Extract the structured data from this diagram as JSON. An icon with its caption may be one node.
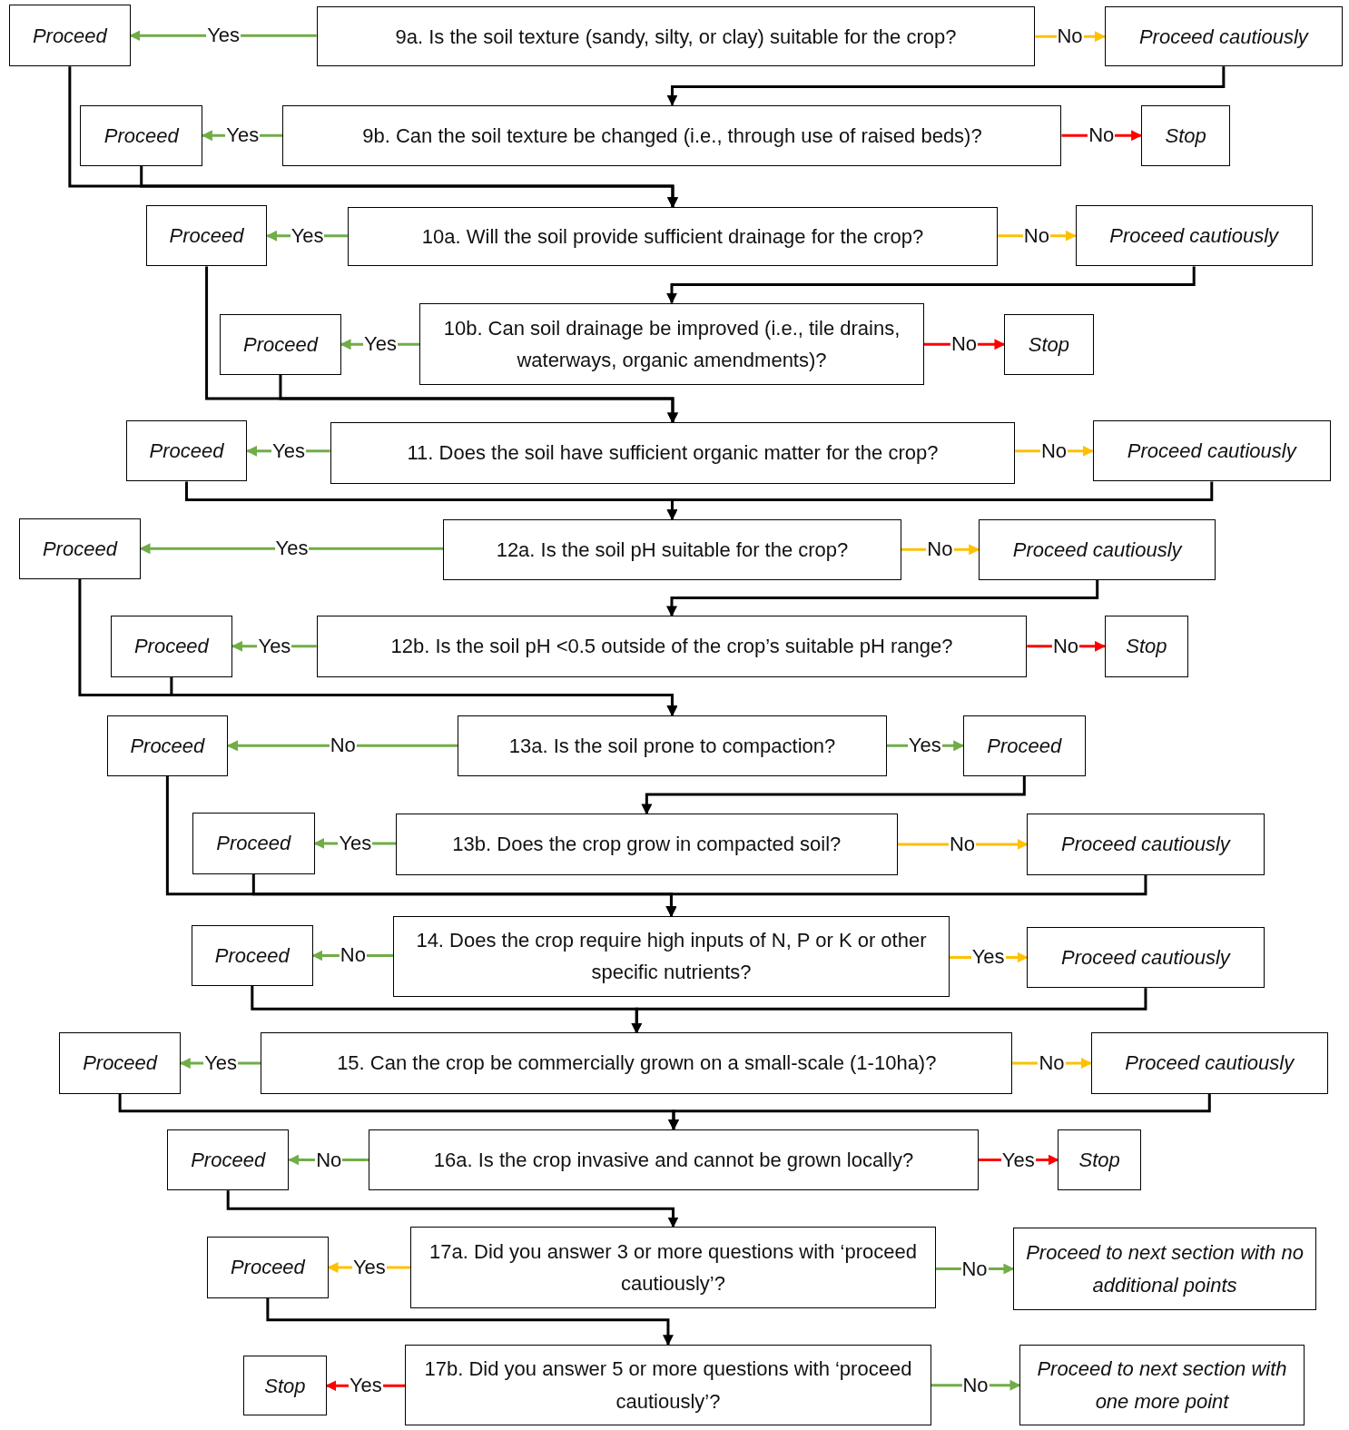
{
  "diagram": {
    "nodes": [
      {
        "text": [
          "Proceed"
        ]
      },
      {
        "text": [
          "9a. Is the soil texture (sandy, silty, or clay) suitable for the crop?"
        ]
      },
      {
        "text": [
          "Proceed cautiously"
        ]
      },
      {
        "text": [
          "Proceed"
        ]
      },
      {
        "text": [
          "9b. Can the soil texture be changed (i.e., through use of raised beds)?"
        ]
      },
      {
        "text": [
          "Stop"
        ]
      },
      {
        "text": [
          "Proceed"
        ]
      },
      {
        "text": [
          "10a. Will the soil provide sufficient drainage for the crop?"
        ]
      },
      {
        "text": [
          "Proceed cautiously"
        ]
      },
      {
        "text": [
          "Proceed"
        ]
      },
      {
        "text": [
          "10b. Can soil drainage be improved (i.e., tile drains, waterways, organic amendments)?"
        ]
      },
      {
        "text": [
          "Stop"
        ]
      },
      {
        "text": [
          "Proceed"
        ]
      },
      {
        "text": [
          "11. Does the soil have sufficient organic matter for the crop?"
        ]
      },
      {
        "text": [
          "Proceed cautiously"
        ]
      },
      {
        "text": [
          "Proceed"
        ]
      },
      {
        "text": [
          "12a. Is the soil pH suitable for the crop?"
        ]
      },
      {
        "text": [
          "Proceed cautiously"
        ]
      },
      {
        "text": [
          "Proceed"
        ]
      },
      {
        "text": [
          "12b. Is the soil pH <0.5 outside of the crop’s suitable pH range?"
        ]
      },
      {
        "text": [
          "Stop"
        ]
      },
      {
        "text": [
          "Proceed"
        ]
      },
      {
        "text": [
          "13a. Is the soil prone to compaction?"
        ]
      },
      {
        "text": [
          "Proceed"
        ]
      },
      {
        "text": [
          "Proceed"
        ]
      },
      {
        "text": [
          "13b. Does the crop grow in compacted soil?"
        ]
      },
      {
        "text": [
          "Proceed cautiously"
        ]
      },
      {
        "text": [
          "Proceed"
        ]
      },
      {
        "text": [
          "14. Does the crop require high inputs of N, P or K or other specific nutrients?"
        ]
      },
      {
        "text": [
          "Proceed cautiously"
        ]
      },
      {
        "text": [
          "Proceed"
        ]
      },
      {
        "text": [
          "15. Can the crop be commercially grown on a small-scale (1-10ha)?"
        ]
      },
      {
        "text": [
          "Proceed cautiously"
        ]
      },
      {
        "text": [
          "Proceed"
        ]
      },
      {
        "text": [
          "16a. Is the crop invasive and cannot be grown locally?"
        ]
      },
      {
        "text": [
          "Stop"
        ]
      },
      {
        "text": [
          "Proceed"
        ]
      },
      {
        "text": [
          "17a. Did you answer 3 or more questions with ‘proceed cautiously’?"
        ]
      },
      {
        "text": [
          "Proceed to next section with no additional points"
        ]
      },
      {
        "text": [
          "Stop"
        ]
      },
      {
        "text": [
          "17b. Did you answer 5 or more questions with ‘proceed cautiously’?"
        ]
      },
      {
        "text": [
          "Proceed to next section with one more point"
        ]
      }
    ],
    "edges": [
      {
        "from": 1,
        "to": 0,
        "arrow": "to",
        "label": "Yes",
        "color": "#70ad47"
      },
      {
        "from": 1,
        "to": 2,
        "arrow": "to",
        "label": "No",
        "color": "#ffc000"
      },
      {
        "from": 2,
        "to": 4,
        "arrow": "to"
      },
      {
        "from": 4,
        "to": 3,
        "arrow": "to",
        "label": "Yes",
        "color": "#70ad47"
      },
      {
        "from": 4,
        "to": 5,
        "arrow": "to",
        "label": "No",
        "color": "#ff0000"
      },
      {
        "from": 0,
        "to": 7,
        "arrow": "to"
      },
      {
        "from": 3,
        "to": 7,
        "arrow": "to"
      },
      {
        "from": 7,
        "to": 6,
        "arrow": "to",
        "label": "Yes",
        "color": "#70ad47"
      },
      {
        "from": 7,
        "to": 8,
        "arrow": "to",
        "label": "No",
        "color": "#ffc000"
      },
      {
        "from": 8,
        "to": 10,
        "arrow": "to"
      },
      {
        "from": 10,
        "to": 9,
        "arrow": "to",
        "label": "Yes",
        "color": "#70ad47"
      },
      {
        "from": 10,
        "to": 11,
        "arrow": "to",
        "label": "No",
        "color": "#ff0000"
      },
      {
        "from": 6,
        "to": 13,
        "arrow": "to"
      },
      {
        "from": 9,
        "to": 13,
        "arrow": "to"
      },
      {
        "from": 13,
        "to": 12,
        "arrow": "to",
        "label": "Yes",
        "color": "#70ad47"
      },
      {
        "from": 13,
        "to": 14,
        "arrow": "to",
        "label": "No",
        "color": "#ffc000"
      },
      {
        "from": 12,
        "to": 16,
        "arrow": "to"
      },
      {
        "from": 14,
        "to": 16,
        "arrow": "to"
      },
      {
        "from": 16,
        "to": 15,
        "arrow": "to",
        "label": "Yes",
        "color": "#70ad47"
      },
      {
        "from": 16,
        "to": 17,
        "arrow": "to",
        "label": "No",
        "color": "#ffc000"
      },
      {
        "from": 17,
        "to": 19,
        "arrow": "to"
      },
      {
        "from": 19,
        "to": 18,
        "arrow": "to",
        "label": "Yes",
        "color": "#70ad47"
      },
      {
        "from": 19,
        "to": 20,
        "arrow": "to",
        "label": "No",
        "color": "#ff0000"
      },
      {
        "from": 15,
        "to": 22,
        "arrow": "to"
      },
      {
        "from": 18,
        "to": 22,
        "arrow": "to"
      },
      {
        "from": 22,
        "to": 21,
        "arrow": "to",
        "label": "No",
        "color": "#70ad47"
      },
      {
        "from": 22,
        "to": 23,
        "arrow": "to",
        "label": "Yes",
        "color": "#70ad47"
      },
      {
        "from": 23,
        "to": 25,
        "arrow": "to"
      },
      {
        "from": 25,
        "to": 24,
        "arrow": "to",
        "label": "Yes",
        "color": "#70ad47"
      },
      {
        "from": 25,
        "to": 26,
        "arrow": "to",
        "label": "No",
        "color": "#ffc000"
      },
      {
        "from": 21,
        "to": 28,
        "arrow": "to"
      },
      {
        "from": 24,
        "to": 28,
        "arrow": "to"
      },
      {
        "from": 26,
        "to": 28,
        "arrow": "to"
      },
      {
        "from": 28,
        "to": 27,
        "arrow": "to",
        "label": "No",
        "color": "#70ad47"
      },
      {
        "from": 28,
        "to": 29,
        "arrow": "to",
        "label": "Yes",
        "color": "#ffc000"
      },
      {
        "from": 27,
        "to": 31,
        "arrow": "to"
      },
      {
        "from": 29,
        "to": 31,
        "arrow": "to"
      },
      {
        "from": 31,
        "to": 30,
        "arrow": "to",
        "label": "Yes",
        "color": "#70ad47"
      },
      {
        "from": 31,
        "to": 32,
        "arrow": "to",
        "label": "No",
        "color": "#ffc000"
      },
      {
        "from": 30,
        "to": 34,
        "arrow": "to"
      },
      {
        "from": 32,
        "to": 34,
        "arrow": "to"
      },
      {
        "from": 34,
        "to": 33,
        "arrow": "to",
        "label": "No",
        "color": "#70ad47"
      },
      {
        "from": 34,
        "to": 35,
        "arrow": "to",
        "label": "Yes",
        "color": "#ff0000"
      },
      {
        "from": 33,
        "to": 37,
        "arrow": "to"
      },
      {
        "from": 37,
        "to": 36,
        "arrow": "to",
        "label": "Yes",
        "color": "#ffc000"
      },
      {
        "from": 37,
        "to": 38,
        "arrow": "to",
        "label": "No",
        "color": "#70ad47"
      },
      {
        "from": 36,
        "to": 40,
        "arrow": "to"
      },
      {
        "from": 40,
        "to": 39,
        "arrow": "to",
        "label": "Yes",
        "color": "#ff0000"
      },
      {
        "from": 40,
        "to": 41,
        "arrow": "to",
        "label": "No",
        "color": "#70ad47"
      }
    ]
  }
}
